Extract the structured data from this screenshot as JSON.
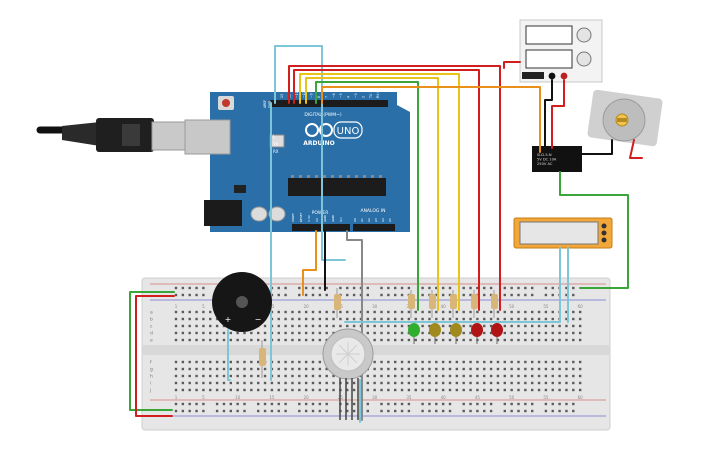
{
  "arduino": {
    "brand_text": "ARDUINO",
    "model_text": "UNO",
    "digital_label": "DIGITAL (PWM~)",
    "power_label": "POWER",
    "analog_label": "ANALOG IN",
    "aref_label": "AREF",
    "gnd_label": "GND",
    "tx_label": "TX",
    "rx_label": "RX",
    "l_label": "L",
    "digital_pins": [
      "13",
      "12",
      "~11",
      "~10",
      "~9",
      "8",
      "7",
      "~6",
      "~5",
      "4",
      "~3",
      "2",
      "TX 1",
      "RX 0"
    ],
    "analog_pins": [
      "A0",
      "A1",
      "A2",
      "A3",
      "A4",
      "A5"
    ],
    "power_pins": [
      "IOREF",
      "RESET",
      "3.3V",
      "5V",
      "GND",
      "GND",
      "Vin"
    ]
  },
  "relay": {
    "label": "SLD-5-N\n5V DC 10A\n250V AC"
  },
  "breadboard": {
    "row_letters_top": [
      "a",
      "b",
      "c",
      "d",
      "e"
    ],
    "row_letters_bottom": [
      "f",
      "g",
      "h",
      "i",
      "j"
    ],
    "column_numbers": [
      "1",
      "5",
      "10",
      "15",
      "20",
      "25",
      "30",
      "35",
      "40",
      "45",
      "50",
      "55",
      "60"
    ]
  },
  "buzzer": {
    "plus": "+",
    "minus": "−"
  },
  "colors": {
    "board": "#2a6fa8",
    "breadboard": "#e7e7e7",
    "wire_red": "#d21e1e",
    "wire_yellow": "#e8c31a",
    "wire_green": "#3aa63a",
    "wire_orange": "#e8901a",
    "wire_cyan": "#7cc6d8",
    "led_green": "#2fae2f",
    "led_olive": "#a08a1e",
    "led_red": "#b01414",
    "display_orange": "#f2a73a"
  }
}
